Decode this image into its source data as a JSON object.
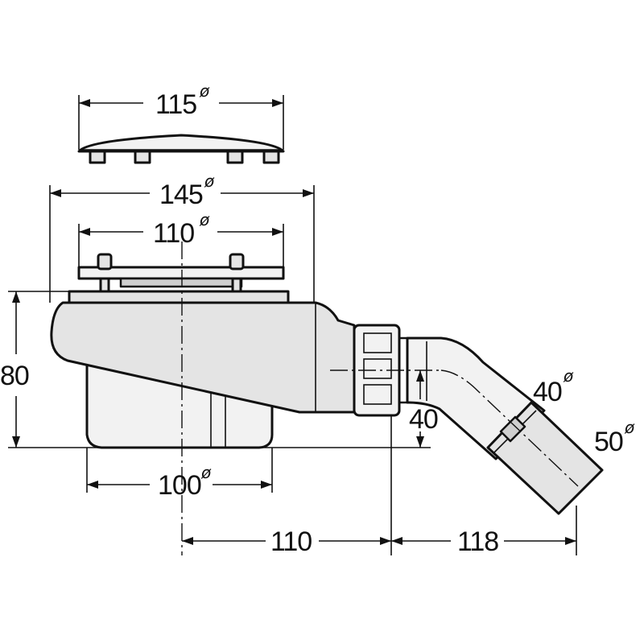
{
  "dimensions": {
    "cover_diameter": "115",
    "flange_diameter": "145",
    "grate_diameter": "110",
    "height": "80",
    "outlet_height": "40",
    "pipe_diameter_inner": "40",
    "pipe_diameter_outer": "50",
    "body_diameter": "100",
    "center_to_outlet": "110",
    "outlet_reach": "118"
  },
  "diameter_symbol": "ø"
}
